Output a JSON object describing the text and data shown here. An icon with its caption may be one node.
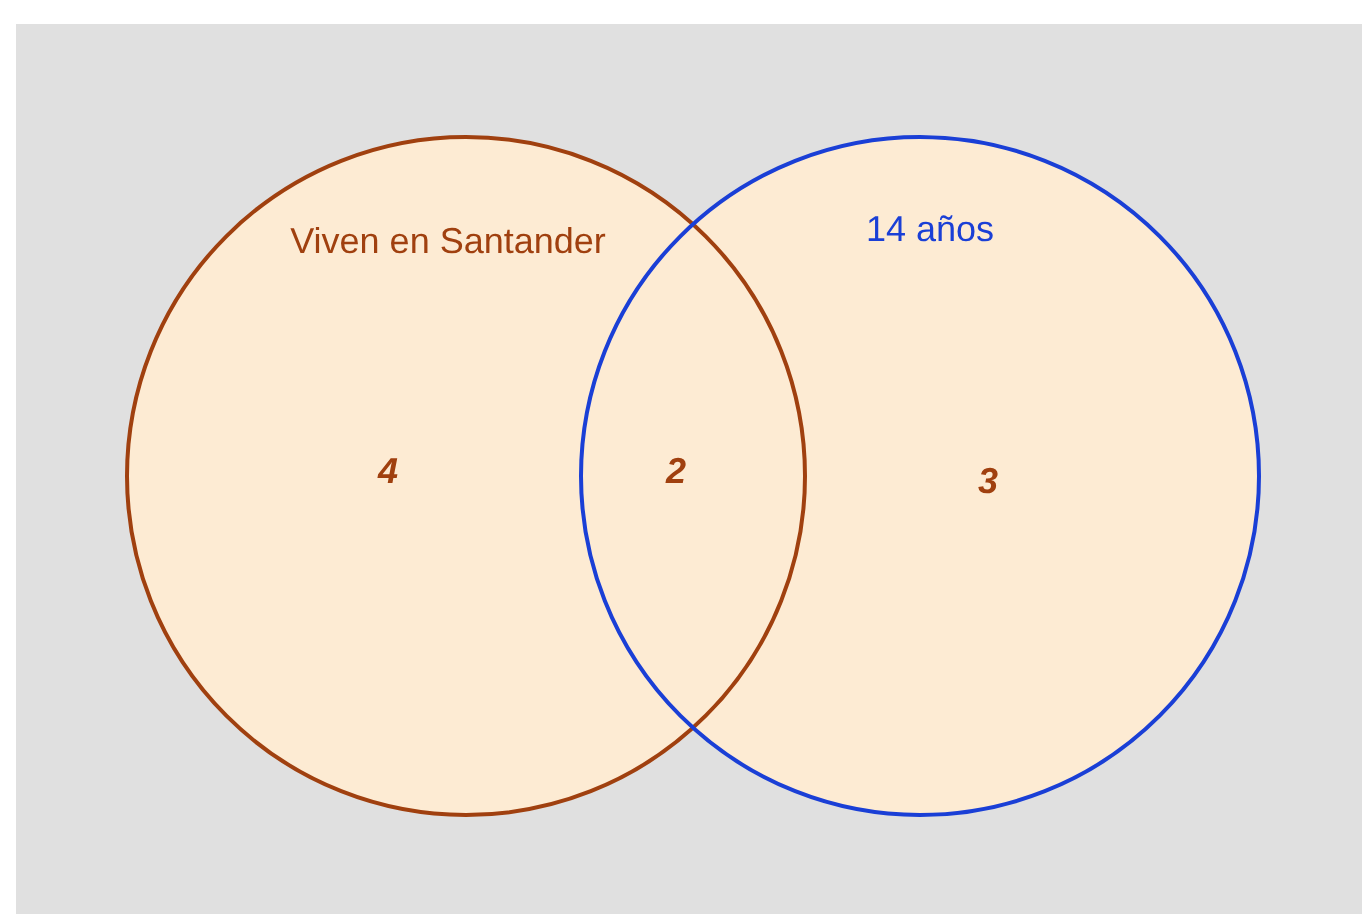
{
  "diagram": {
    "nodes": [
      {
        "text": [
          "Viven en Santander"
        ]
      },
      {
        "text": [
          "14 años"
        ]
      }
    ],
    "labels": [
      "4",
      "2",
      "3"
    ]
  }
}
